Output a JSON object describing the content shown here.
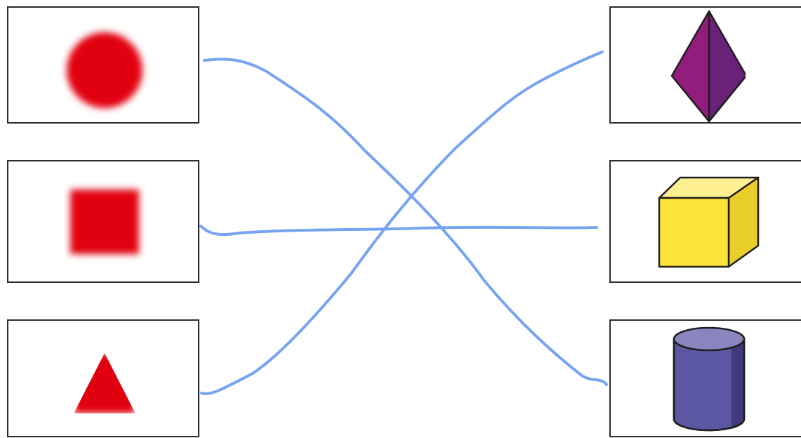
{
  "colors": {
    "flat_red": "#e1000f",
    "line_blue": "#77a4f0",
    "border": "#2b2b2b",
    "pyramid_left": "#921d7e",
    "pyramid_right": "#692179",
    "cube_front": "#fde23a",
    "cube_top": "#fff191",
    "cube_side": "#e9cd2a",
    "cylinder_body": "#5c57a3",
    "cylinder_top": "#8a84bf",
    "cylinder_side": "#3f3a7a"
  },
  "left_shapes": [
    {
      "name": "circle",
      "icon": "circle-icon"
    },
    {
      "name": "square",
      "icon": "square-icon"
    },
    {
      "name": "triangle",
      "icon": "triangle-icon"
    }
  ],
  "right_shapes": [
    {
      "name": "pyramid",
      "icon": "pyramid-icon"
    },
    {
      "name": "cube",
      "icon": "cube-icon"
    },
    {
      "name": "cylinder",
      "icon": "cylinder-icon"
    }
  ],
  "connections": [
    {
      "from": "circle",
      "to": "cylinder"
    },
    {
      "from": "square",
      "to": "cube"
    },
    {
      "from": "triangle",
      "to": "pyramid"
    }
  ]
}
